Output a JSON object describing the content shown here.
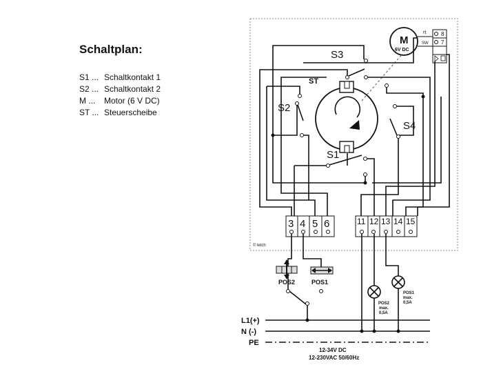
{
  "legend": {
    "title": "Schaltplan:",
    "items": [
      {
        "key": "S1 ...",
        "desc": "Schaltkontakt 1"
      },
      {
        "key": "S2 ...",
        "desc": "Schaltkontakt 2"
      },
      {
        "key": "M ...",
        "desc": "Motor (6 V DC)"
      },
      {
        "key": "ST ...",
        "desc": "Steuerscheibe"
      }
    ]
  },
  "diagram": {
    "motor_label": "M",
    "motor_voltage": "6V DC",
    "motor_rt": "rt",
    "motor_sw": "SW",
    "motor_term_8": "8",
    "motor_term_7": "7",
    "switch_s1": "S1",
    "switch_s2": "S2",
    "switch_s3": "S3",
    "switch_s4": "S4",
    "disc_label": "ST",
    "copyright": "© letch",
    "terminals_left": [
      "3",
      "4",
      "5",
      "6"
    ],
    "terminals_right": [
      "11",
      "12",
      "13",
      "14",
      "15"
    ],
    "pos2_label": "POS2",
    "pos1_label": "POS1",
    "lamp_pos2": {
      "name": "POS2",
      "rating1": "max.",
      "rating2": "0,5A"
    },
    "lamp_pos1": {
      "name": "POS1",
      "rating1": "max.",
      "rating2": "0,5A"
    },
    "line_l1": "L1(+)",
    "line_n": "N (-)",
    "line_pe": "PE",
    "supply_dc": "12-34V DC",
    "supply_ac": "12-230VAC 50/60Hz"
  }
}
